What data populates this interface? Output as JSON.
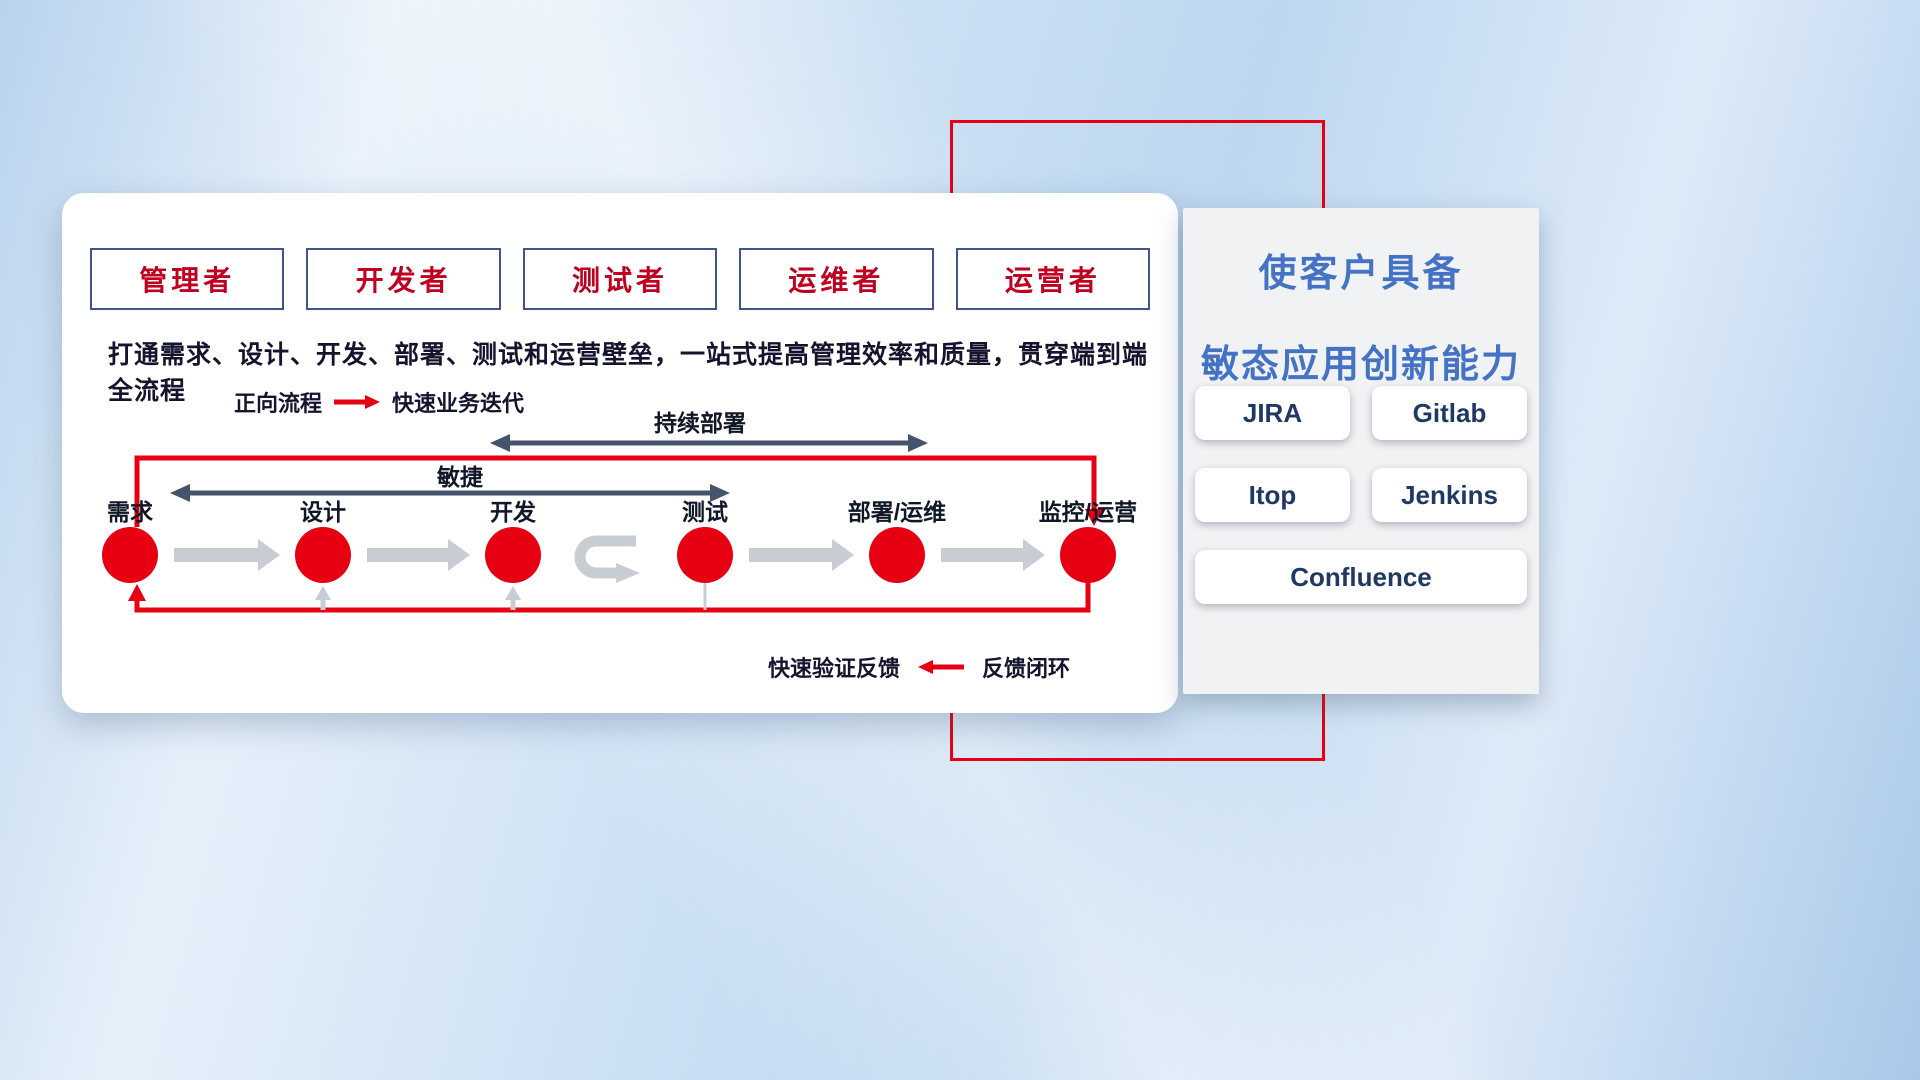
{
  "roles": [
    {
      "label": "管理者"
    },
    {
      "label": "开发者"
    },
    {
      "label": "测试者"
    },
    {
      "label": "运维者"
    },
    {
      "label": "运营者"
    }
  ],
  "subtitle": "打通需求、设计、开发、部署、测试和运营壁垒，一站式提高管理效率和质量，贯穿端到端全流程",
  "legend_forward": {
    "label": "正向流程",
    "desc": "快速业务迭代"
  },
  "legend_feedback": {
    "label": "快速验证反馈",
    "desc": "反馈闭环"
  },
  "flow": {
    "cd_label": "持续部署",
    "agile_label": "敏捷",
    "stages": [
      {
        "label": "需求"
      },
      {
        "label": "设计"
      },
      {
        "label": "开发"
      },
      {
        "label": "测试"
      },
      {
        "label": "部署/运维"
      },
      {
        "label": "监控/运营"
      }
    ]
  },
  "panel": {
    "title_line1": "使客户具备",
    "title_line2": "敏态应用创新能力",
    "tools": [
      {
        "name": "JIRA"
      },
      {
        "name": "Gitlab"
      },
      {
        "name": "Itop"
      },
      {
        "name": "Jenkins"
      },
      {
        "name": "Confluence"
      }
    ]
  },
  "colors": {
    "accent_red": "#e60012",
    "role_text_red": "#c00021",
    "role_border_navy": "#41548c",
    "title_blue": "#4472c4",
    "tool_text_navy": "#1f3864",
    "arrow_gray": "#c8cdd4",
    "arrow_dark_slate": "#44546a"
  }
}
